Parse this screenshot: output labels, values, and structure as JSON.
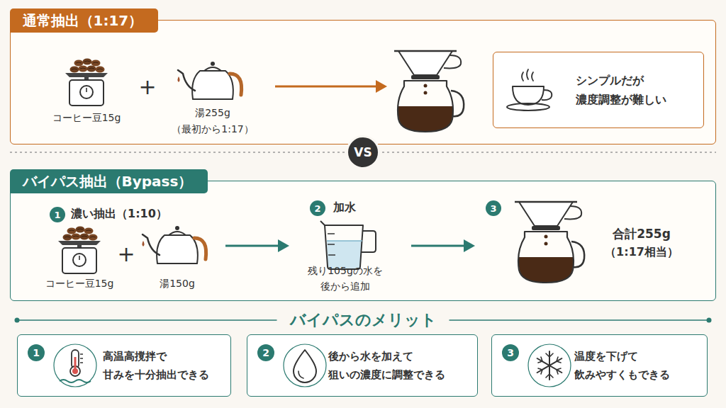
{
  "diagram": {
    "nodes": [
      {
        "text": [
          "通常抽出（1:17）"
        ]
      },
      {
        "text": [
          "シンプルだが 濃度調整が難しい"
        ],
        "in": 0
      },
      {
        "text": [
          "VS"
        ]
      },
      {
        "text": [
          "バイパス抽出（Bypass）"
        ]
      },
      {
        "text": [
          "1"
        ],
        "in": 3
      },
      {
        "text": [
          "2"
        ],
        "in": 3
      },
      {
        "text": [
          "3"
        ],
        "in": 3
      },
      {
        "text": [
          "高温高撹拌で 甘みを十分抽出できる"
        ]
      },
      {
        "text": [
          "1"
        ],
        "in": 7
      },
      {
        "text": [
          "後から水を加えて 狙いの濃度に調整できる"
        ]
      },
      {
        "text": [
          "2"
        ],
        "in": 9
      },
      {
        "text": [
          "温度を下げて 飲みやすくもできる"
        ]
      },
      {
        "text": [
          "3"
        ],
        "in": 11
      }
    ],
    "labels": [
      "コーヒー豆15g",
      "+",
      "湯255g",
      "（最初から1:17）",
      "濃い抽出（1:10）",
      "コーヒー豆15g",
      "+",
      "湯150g",
      "加水",
      "残り105gの水を 後から追加",
      "合計255g",
      "（1:17相当）",
      "バイパスのメリット"
    ]
  }
}
